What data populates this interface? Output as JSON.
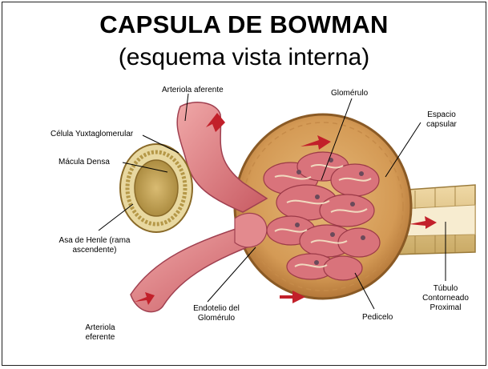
{
  "title": "CAPSULA DE BOWMAN",
  "subtitle": "(esquema vista interna)",
  "labels": {
    "arteriola_aferente": "Arteriola aferente",
    "glomerulo": "Glomérulo",
    "espacio_capsular_1": "Espacio",
    "espacio_capsular_2": "capsular",
    "celula_yuxtaglomerular": "Célula Yuxtaglomerular",
    "macula_densa": "Mácula Densa",
    "asa_henle_1": "Asa de Henle (rama",
    "asa_henle_2": "ascendente)",
    "endotelio_1": "Endotelio del",
    "endotelio_2": "Glomérulo",
    "pedicelo": "Pedicelo",
    "tubulo_1": "Túbulo",
    "tubulo_2": "Contorneado",
    "tubulo_3": "Proximal",
    "arteriola_eferente_1": "Arteriola",
    "arteriola_eferente_2": "eferente"
  }
}
